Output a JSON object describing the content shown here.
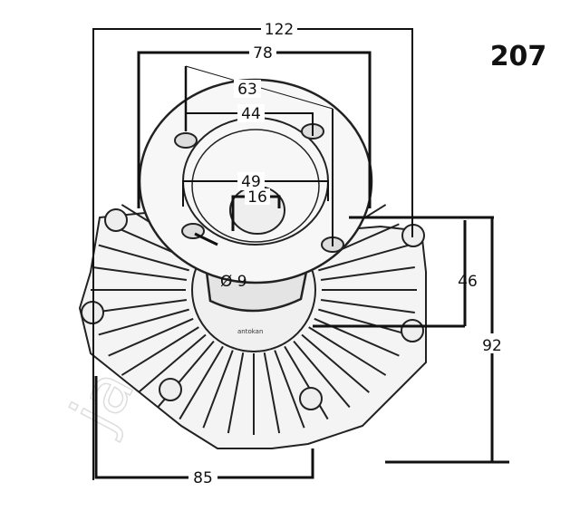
{
  "part_number": "207",
  "watermark": "japanparts",
  "photo_credit": "antokan",
  "dimensions": {
    "overall_width": "122",
    "flange_diameter": "78",
    "bolt_circle": "63",
    "bolt_spacing": "44",
    "center_recess": "49",
    "shaft_bore": "16",
    "hole_diameter": "Ø 9",
    "hub_height": "46",
    "overall_height": "92",
    "rear_bolt_spacing": "85"
  }
}
